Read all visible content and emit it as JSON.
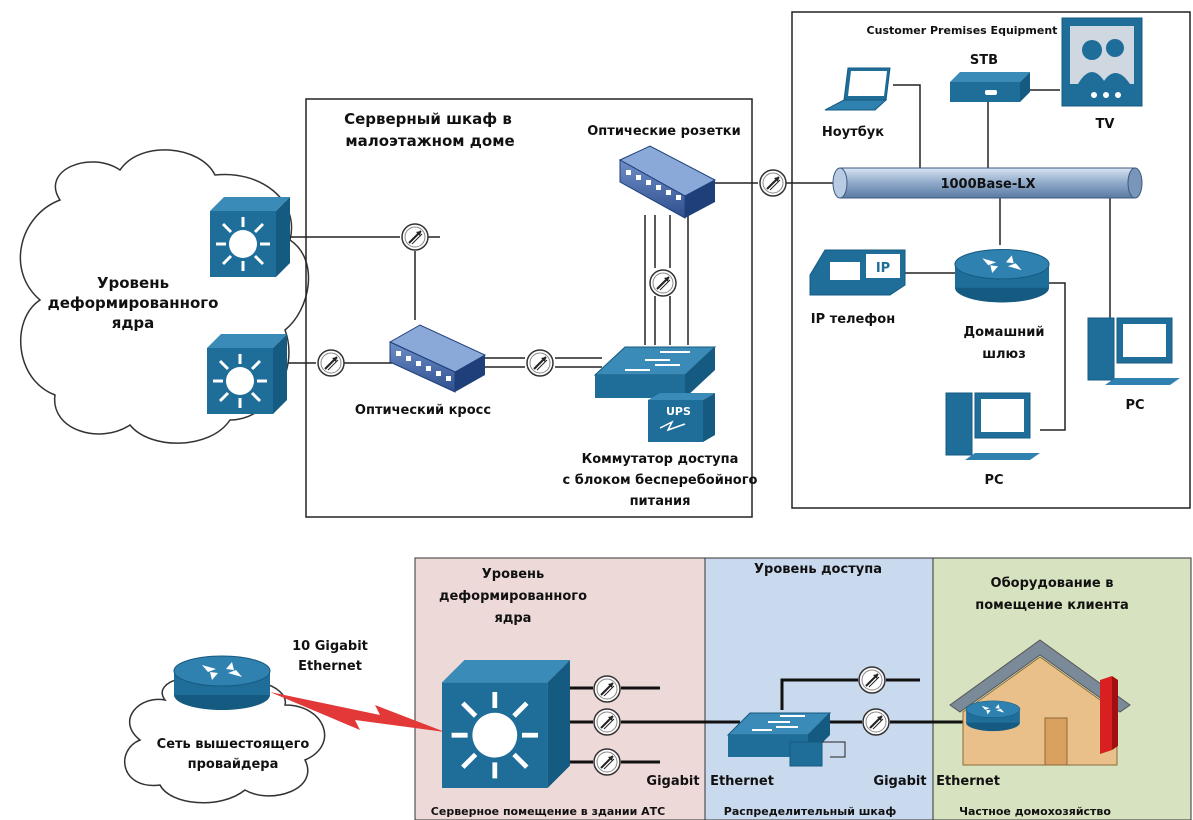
{
  "top": {
    "cloud_label_1": "Уровень",
    "cloud_label_2": "деформированного",
    "cloud_label_3": "ядра",
    "cabinet_title_1": "Серверный шкаф в",
    "cabinet_title_2": "малоэтажном доме",
    "optical_sockets": "Оптические розетки",
    "optical_cross": "Оптический кросс",
    "ups_badge": "UPS",
    "access_switch_1": "Коммутатор доступа",
    "access_switch_2": "с блоком бесперебойного",
    "access_switch_3": "питания",
    "cpe_title": "Customer Premises Equipment",
    "laptop": "Ноутбук",
    "stb": "STB",
    "tv": "TV",
    "bus": "1000Base-LX",
    "ip_badge": "IP",
    "ip_phone": "IP телефон",
    "gateway_1": "Домашний",
    "gateway_2": "шлюз",
    "pc_right": "PC",
    "pc_bottom": "PC"
  },
  "bottom": {
    "zone_core_1": "Уровень",
    "zone_core_2": "деформированного",
    "zone_core_3": "ядра",
    "zone_access": "Уровень доступа",
    "zone_client_1": "Оборудование в",
    "zone_client_2": "помещение клиента",
    "link_1": "10 Gigabit",
    "link_2": "Ethernet",
    "provider_1": "Сеть вышестоящего",
    "provider_2": "провайдера",
    "gig_1a": "Gigabit",
    "gig_1b": "Ethernet",
    "gig_2a": "Gigabit",
    "gig_2b": "Ethernet",
    "foot_core": "Серверное помещение в здании АТС",
    "foot_access": "Распределительный шкаф",
    "foot_client": "Частное домохозяйство"
  },
  "colors": {
    "device_blue": "#1f6e9a",
    "zone_core": "#eed9d9",
    "zone_access": "#c9d9ee",
    "zone_client": "#d7e3c0",
    "bolt_red": "#e23838"
  }
}
